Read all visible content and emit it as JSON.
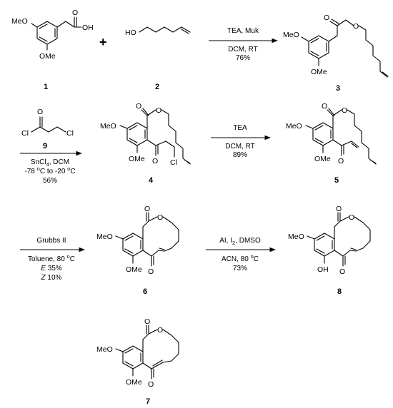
{
  "title": "",
  "compounds": [
    {
      "id": "1",
      "groups": [
        "MeO",
        "OMe",
        "OH",
        "O"
      ]
    },
    {
      "id": "2",
      "groups": [
        "HO"
      ]
    },
    {
      "id": "3",
      "groups": [
        "MeO",
        "OMe",
        "O",
        "O"
      ]
    },
    {
      "id": "9",
      "groups": [
        "Cl",
        "O",
        "Cl"
      ]
    },
    {
      "id": "4",
      "groups": [
        "MeO",
        "OMe",
        "O",
        "O",
        "O",
        "Cl"
      ]
    },
    {
      "id": "5",
      "groups": [
        "MeO",
        "OMe",
        "O",
        "O",
        "O"
      ]
    },
    {
      "id": "6",
      "groups": [
        "MeO",
        "OMe",
        "O",
        "O",
        "O"
      ]
    },
    {
      "id": "8",
      "groups": [
        "MeO",
        "OH",
        "O",
        "O",
        "O"
      ]
    },
    {
      "id": "7",
      "groups": [
        "MeO",
        "OMe",
        "O",
        "O",
        "O"
      ]
    }
  ],
  "plus": "+",
  "reactions": [
    {
      "id": "r1",
      "reagents": "TEA, Muk",
      "conditions": [
        "DCM, RT",
        "76%"
      ]
    },
    {
      "id": "r2",
      "reagents_line1": "SnCl",
      "reagents_sub": "4",
      "reagents_line2": ", DCM",
      "temp_a": "-78 ",
      "temp_sup_a": "o",
      "temp_b": "C to -20 ",
      "temp_sup_b": "o",
      "temp_c": "C",
      "yield": "56%"
    },
    {
      "id": "r3",
      "reagents": "TEA",
      "conditions": [
        "DCM, RT",
        "89%"
      ]
    },
    {
      "id": "r4",
      "reagents": "Grubbs II",
      "solvent": "Toluene, 80 ",
      "solvent_sup": "o",
      "solvent_end": "C",
      "e_label": "E",
      "e_yield": " 35%",
      "z_label": "Z",
      "z_yield": " 10%"
    },
    {
      "id": "r5",
      "reagents_a": "AI, I",
      "reagents_sub": "2",
      "reagents_b": ", DMSO",
      "solvent": "ACN, 80 ",
      "solvent_sup": "o",
      "solvent_end": "C",
      "yield": "73%"
    }
  ]
}
